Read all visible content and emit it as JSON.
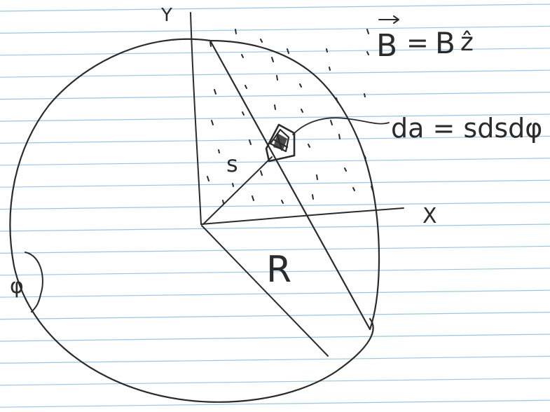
{
  "labels": {
    "y_axis": "Y",
    "x_axis": "X",
    "radius": "R",
    "s": "s",
    "phi": "φ",
    "b_vec": "B",
    "b_eq": "=",
    "b_mag": "B",
    "b_dir": "ẑ",
    "da": "da = sdsdφ"
  },
  "colors": {
    "ink": "#2b2b2b",
    "ruled_lines": "#9cc6df",
    "paper": "#ffffff"
  }
}
